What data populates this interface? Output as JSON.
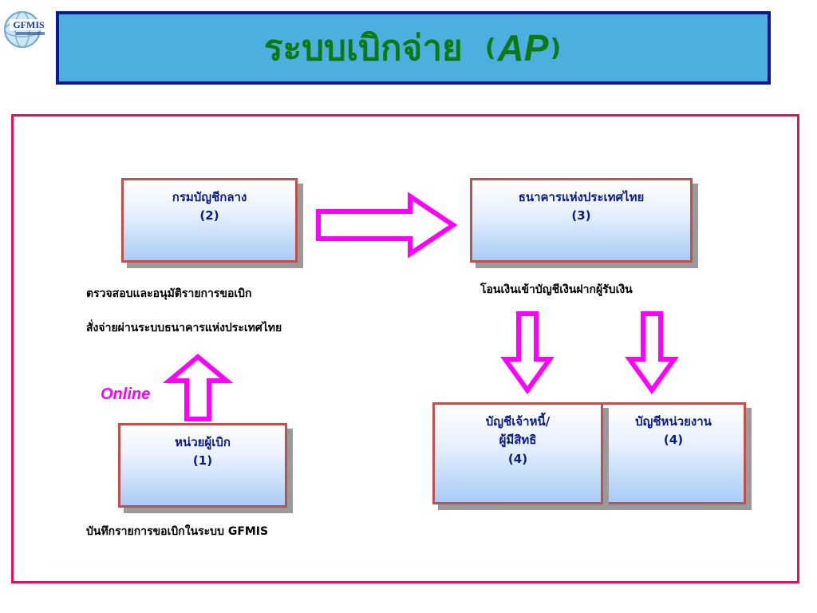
{
  "logo": {
    "text": "GFMIS"
  },
  "title": {
    "main": "ระบบเบิกจ่าย",
    "open_paren": "(",
    "acronym": "AP",
    "close_paren": ")"
  },
  "boxes": {
    "comptroller": {
      "name": "กรมบัญชีกลาง",
      "num": "(2)"
    },
    "bot": {
      "name": "ธนาคารแห่งประเทศไทย",
      "num": "(3)"
    },
    "unit": {
      "name": "หน่วยผู้เบิก",
      "num": "(1)"
    },
    "creditor": {
      "line1": "บัญชีเจ้าหนี้/",
      "line2": "ผู้มีสิทธิ",
      "num": "(4)"
    },
    "agency": {
      "name": "บัญชีหน่วยงาน",
      "num": "(4)"
    }
  },
  "captions": {
    "verify": "ตรวจสอบและอนุมัติรายการขอเบิก",
    "order": "สั่งจ่ายผ่านระบบธนาคารแห่งประเทศไทย",
    "transfer": "โอนเงินเข้าบัญชีเงินฝากผู้รับเงิน",
    "record": "บันทึกรายการขอเบิกในระบบ GFMIS"
  },
  "online_label": "Online",
  "colors": {
    "title_bg": "#4daee0",
    "title_border": "#0a1a8a",
    "title_text": "#0b7a10",
    "frame": "#e0115f",
    "box_border": "#c0504d",
    "box_text": "#0a1a8a",
    "arrow": "#ff00ff"
  }
}
